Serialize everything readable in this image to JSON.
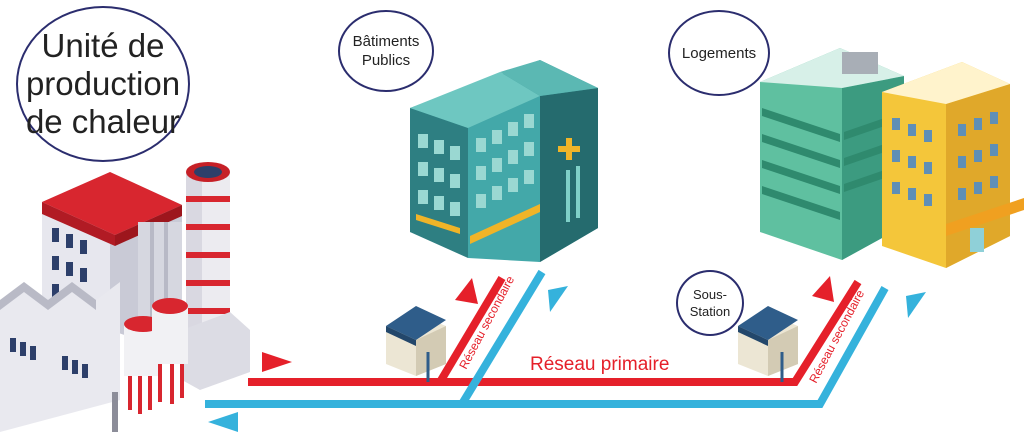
{
  "labels": {
    "unit": "Unité de\nproduction\nde chaleur",
    "public_buildings": "Bâtiments\nPublics",
    "housing": "Logements",
    "substation": "Sous-\nStation",
    "primary_network": "Réseau primaire",
    "secondary_network_1": "Réseau secondaire",
    "secondary_network_2": "Réseau secondaire"
  },
  "colors": {
    "hot_pipe": "#e5202a",
    "cold_pipe": "#35b2dc",
    "bubble_border": "#2b2d6e",
    "roof_red": "#d8262f",
    "teal_building": "#2e8a8c",
    "green_building": "#5fc0a0",
    "yellow_building": "#f4c63a"
  }
}
